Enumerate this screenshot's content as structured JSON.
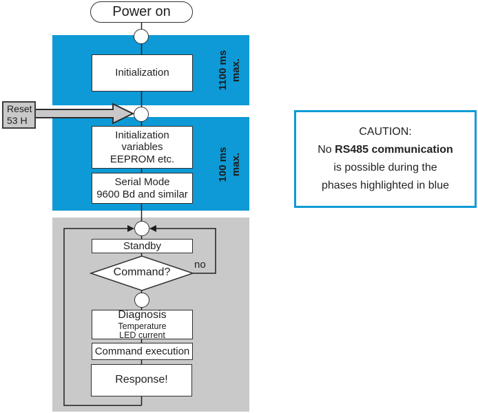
{
  "colors": {
    "phase_blue": "#0d9ad6",
    "loop_gray": "#c9c9c9",
    "line_dark": "#1f1f1f",
    "caution_border_blue": "#0d9ad6"
  },
  "flow": {
    "power_on": "Power on",
    "phase1": {
      "box": "Initialization",
      "duration_line1": "1100 ms",
      "duration_line2": "max."
    },
    "reset": {
      "line1": "Reset",
      "line2": "53 H"
    },
    "phase2": {
      "box1_lines": [
        "Initialization",
        "variables",
        "EEPROM etc."
      ],
      "box2_lines": [
        "Serial Mode",
        "9600 Bd and similar"
      ],
      "duration_line1": "100 ms",
      "duration_line2": "max."
    },
    "loop": {
      "standby": "Standby",
      "decision": "Command?",
      "no_label": "no",
      "diagnosis_title": "Diagnosis",
      "diagnosis_sub1": "Temperature",
      "diagnosis_sub2": "LED current",
      "command_execution": "Command execution",
      "response": "Response!"
    }
  },
  "caution": {
    "title": "CAUTION:",
    "line2_prefix": "No ",
    "line2_bold": "RS485 communication",
    "line3": "is possible during the",
    "line4": "phases highlighted in blue"
  }
}
